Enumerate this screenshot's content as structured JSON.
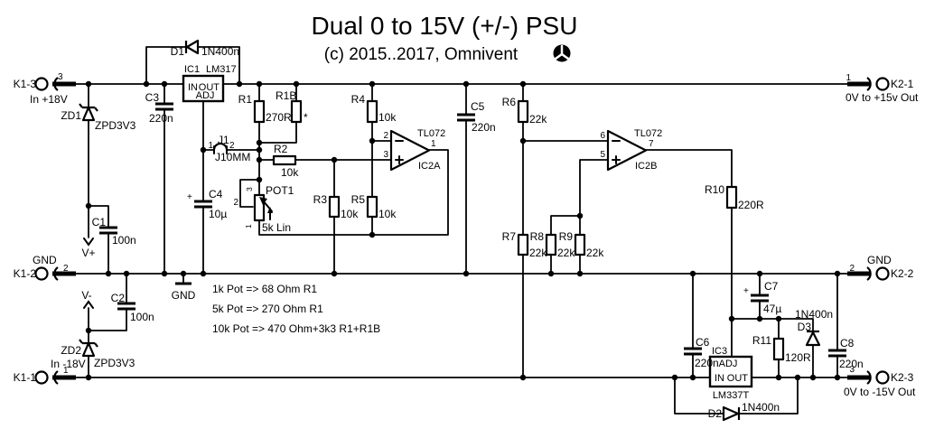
{
  "title": {
    "main": "Dual 0 to 15V (+/-) PSU",
    "copyright": "(c) 2015..2017, Omnivent"
  },
  "notes": [
    "1k Pot => 68 Ohm R1",
    "5k Pot => 270 Ohm R1",
    "10k Pot => 470 Ohm+3k3 R1+R1B"
  ],
  "flags": {
    "vplus": "V+",
    "vminus": "V-",
    "gnd": "GND"
  },
  "conn": {
    "k13": {
      "ref": "K1-3",
      "pin": "3",
      "label": "In +18V"
    },
    "k12": {
      "ref": "K1-2",
      "pin": "2",
      "label": "GND"
    },
    "k11": {
      "ref": "K1-1",
      "pin": "1",
      "label": "In -18V"
    },
    "k21": {
      "ref": "K2-1",
      "pin": "1",
      "label": "0V to +15v Out"
    },
    "k22": {
      "ref": "K2-2",
      "pin": "2",
      "label": "GND"
    },
    "k23": {
      "ref": "K2-3",
      "pin": "3",
      "label": "0V to -15V Out"
    }
  },
  "parts": {
    "ic1": {
      "ref": "IC1",
      "part": "LM317",
      "pin_in": "IN",
      "pin_out": "OUT",
      "pin_adj": "ADJ"
    },
    "ic3": {
      "ref": "IC3",
      "part": "LM337T",
      "pin_in": "IN",
      "pin_out": "OUT",
      "pin_adj": "ADJ"
    },
    "ic2a": {
      "ref": "IC2A",
      "part": "TL072",
      "pin_inv": "2",
      "pin_nin": "3",
      "pin_out": "1"
    },
    "ic2b": {
      "ref": "IC2B",
      "part": "TL072",
      "pin_inv": "6",
      "pin_nin": "5",
      "pin_out": "7"
    },
    "d1": {
      "ref": "D1",
      "value": "1N400n"
    },
    "d2": {
      "ref": "D2",
      "value": "1N400n"
    },
    "d3": {
      "ref": "D3",
      "value": "1N400n"
    },
    "zd1": {
      "ref": "ZD1",
      "value": "ZPD3V3"
    },
    "zd2": {
      "ref": "ZD2",
      "value": "ZPD3V3"
    },
    "r1": {
      "ref": "R1",
      "value": "270R"
    },
    "r1b": {
      "ref": "R1B",
      "value": "*"
    },
    "r2": {
      "ref": "R2",
      "value": "10k"
    },
    "r3": {
      "ref": "R3",
      "value": "10k"
    },
    "r4": {
      "ref": "R4",
      "value": "10k"
    },
    "r5": {
      "ref": "R5",
      "value": "10k"
    },
    "r6": {
      "ref": "R6",
      "value": "22k"
    },
    "r7": {
      "ref": "R7",
      "value": "22k"
    },
    "r8": {
      "ref": "R8",
      "value": "22k"
    },
    "r9": {
      "ref": "R9",
      "value": "22k"
    },
    "r10": {
      "ref": "R10",
      "value": "220R"
    },
    "r11": {
      "ref": "R11",
      "value": "120R"
    },
    "pot1": {
      "ref": "POT1",
      "value": "5k Lin",
      "pin_a": "3",
      "pin_w": "2",
      "pin_b": "1"
    },
    "j1": {
      "ref": "J1",
      "value": "J10MM",
      "pin1": "1",
      "pin2": "2"
    },
    "c1": {
      "ref": "C1",
      "value": "100n"
    },
    "c2": {
      "ref": "C2",
      "value": "100n"
    },
    "c3": {
      "ref": "C3",
      "value": "220n"
    },
    "c4": {
      "ref": "C4",
      "value": "10µ",
      "polarity": "+"
    },
    "c5": {
      "ref": "C5",
      "value": "220n"
    },
    "c6": {
      "ref": "C6",
      "value": "220n"
    },
    "c7": {
      "ref": "C7",
      "value": "47µ",
      "polarity": "+"
    },
    "c8": {
      "ref": "C8",
      "value": "220n"
    }
  },
  "colors": {
    "ink": "#000000",
    "paper": "#ffffff"
  }
}
